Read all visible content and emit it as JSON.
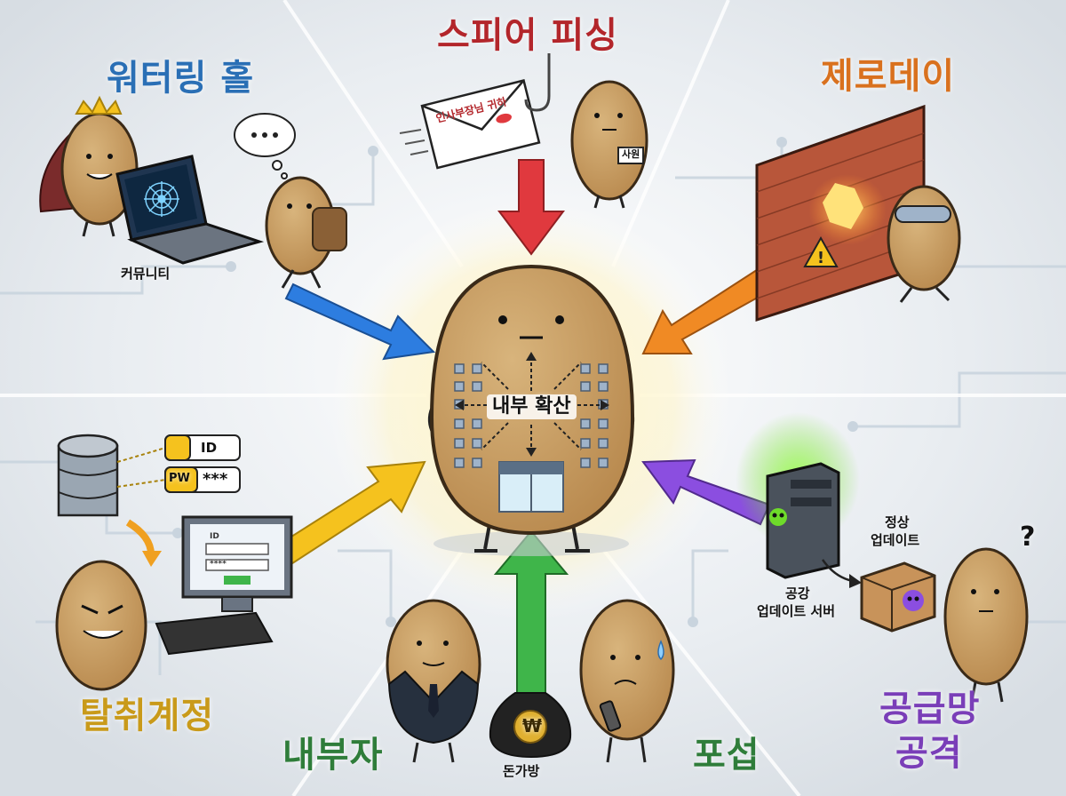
{
  "colors": {
    "watering": "#2a6fb5",
    "spear": "#b3262b",
    "zeroday": "#d9711e",
    "stolen": "#c99a1a",
    "insider": "#2f7d3a",
    "supply": "#7a3eb8",
    "potato": "#c49a5e",
    "potato_dark": "#8a6535",
    "arrow_blue": "#2d7de0",
    "arrow_red": "#e0393e",
    "arrow_orange": "#f08a24",
    "arrow_yellow": "#f5c21e",
    "arrow_green": "#3fb54a",
    "arrow_purple": "#8b4ee0"
  },
  "center": {
    "label": "내부 확산"
  },
  "categories": {
    "watering_hole": "워터링 홀",
    "spear_phishing": "스피어 피싱",
    "zero_day": "제로데이",
    "stolen_account": "탈취계정",
    "insider": "내부자",
    "pos": "포섭",
    "supply_chain_line1": "공급망",
    "supply_chain_line2": "공격"
  },
  "captions": {
    "community": "커뮤니티",
    "envelope": "인사부장님 귀하",
    "badge": "사원",
    "id_tag": "ID",
    "pw_tag": "PW",
    "pw_mask": "***",
    "monitor_id": "ID",
    "monitor_pw": "****",
    "money_bag": "돈가방",
    "money_symbol": "₩",
    "normal_update_line1": "정상",
    "normal_update_line2": "업데이트",
    "fake_server_line1": "공강",
    "fake_server_line2": "업데이트 서버",
    "question": "?"
  },
  "icons": {
    "thought": "thought-bubble-icon",
    "spider": "spider-web-icon",
    "fishhook": "fishhook-icon",
    "warning": "warning-icon",
    "database": "database-icon",
    "skull": "skull-icon"
  }
}
